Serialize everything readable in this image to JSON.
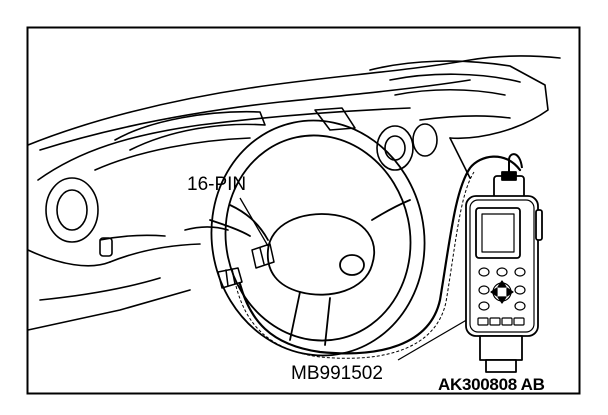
{
  "labels": {
    "connector": "16-PIN",
    "tool_part_number": "MB991502",
    "figure_code": "AK300808 AB"
  },
  "icons": {
    "scan_tool": "handheld-diagnostic-tester-icon",
    "steering_wheel": "steering-wheel-icon",
    "connector": "diagnostic-connector-icon"
  },
  "colors": {
    "line": "#000000",
    "background": "#ffffff"
  }
}
